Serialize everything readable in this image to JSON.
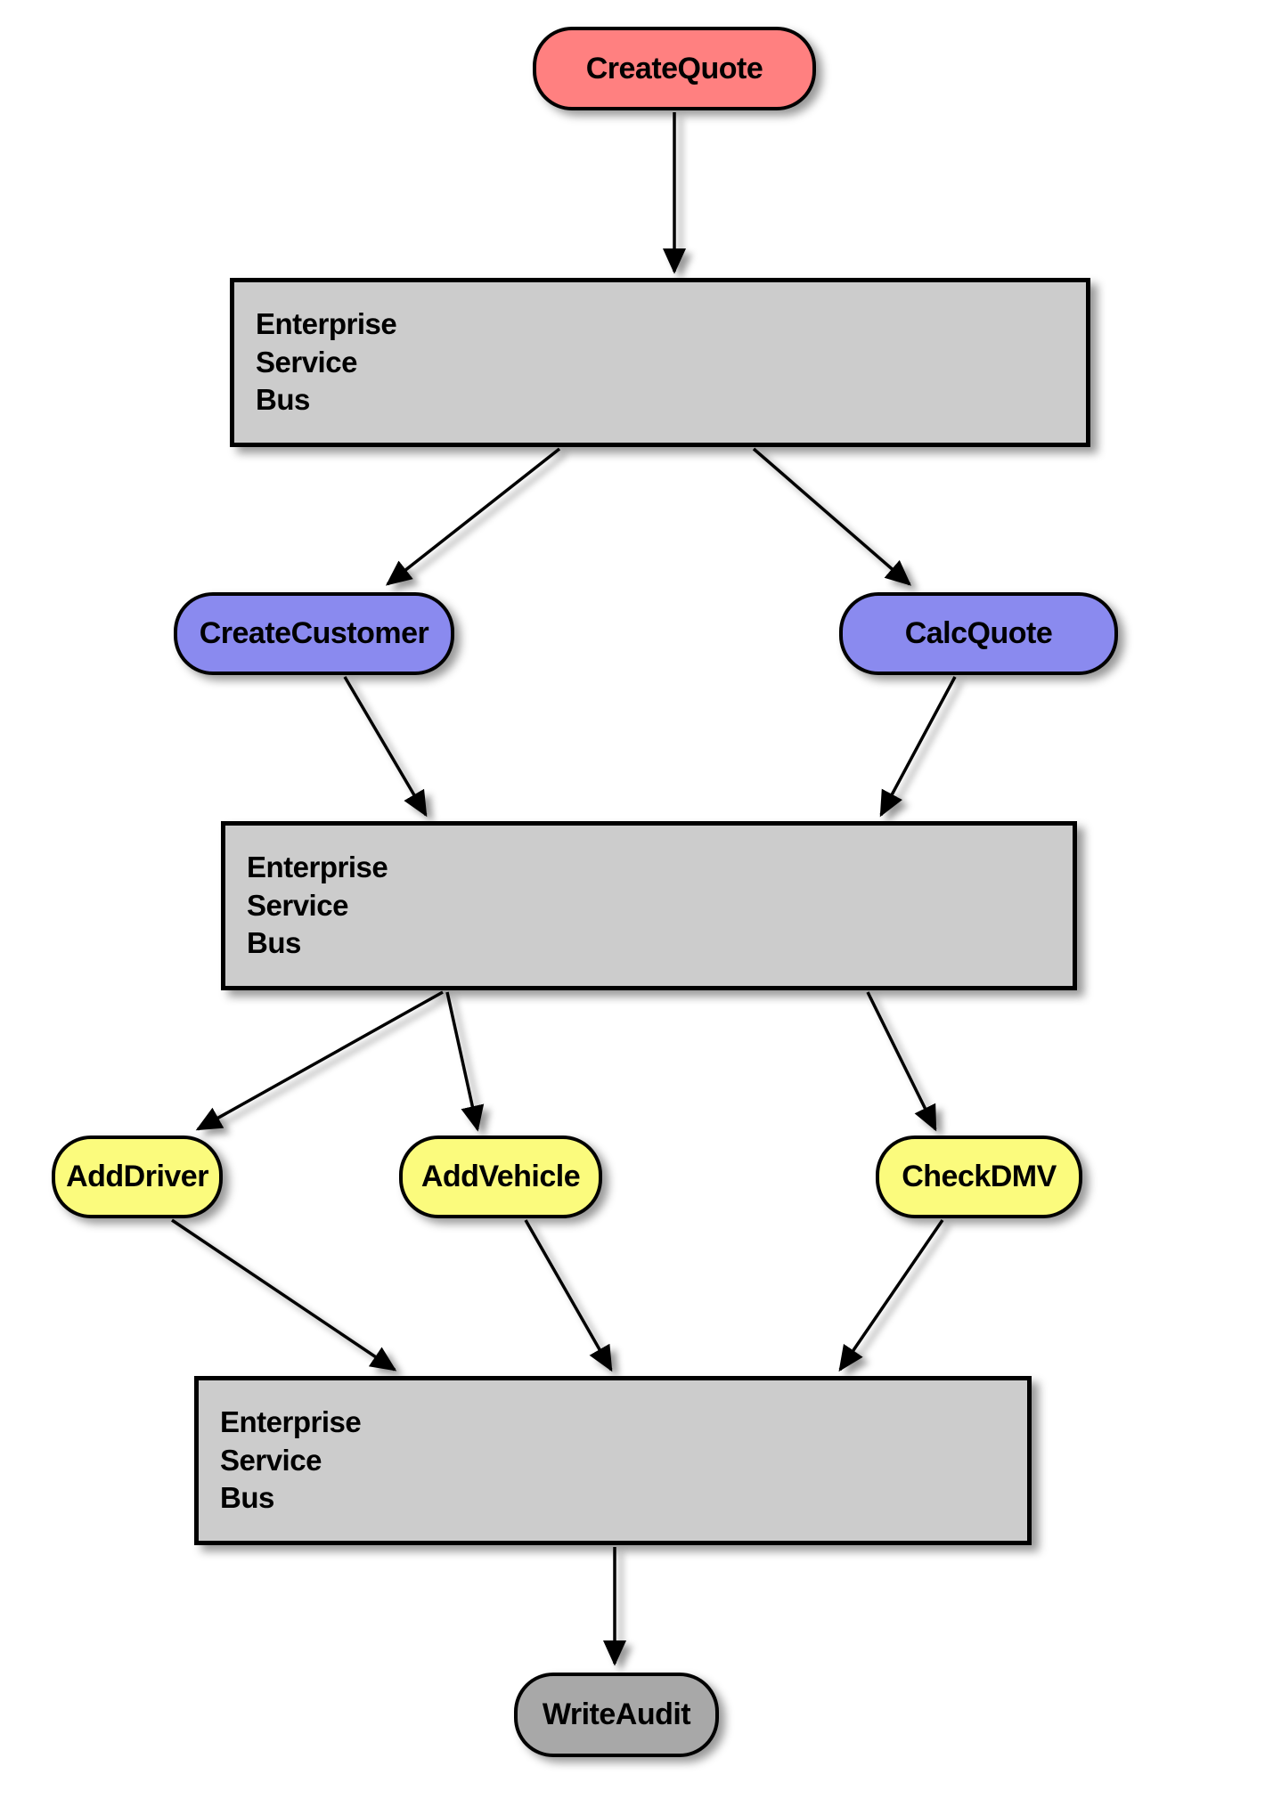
{
  "diagram": {
    "nodes": {
      "create_quote": {
        "label": "CreateQuote",
        "fill": "#FF8080",
        "shape": "rounded"
      },
      "esb": {
        "lines": [
          "Enterprise",
          "Service",
          "Bus"
        ],
        "fill": "#CCCCCC",
        "shape": "rectangle",
        "instances": 3
      },
      "create_customer": {
        "label": "CreateCustomer",
        "fill": "#8A8AEF",
        "shape": "rounded"
      },
      "calc_quote": {
        "label": "CalcQuote",
        "fill": "#8A8AEF",
        "shape": "rounded"
      },
      "add_driver": {
        "label": "AddDriver",
        "fill": "#FBFB7D",
        "shape": "rounded"
      },
      "add_vehicle": {
        "label": "AddVehicle",
        "fill": "#FBFB7D",
        "shape": "rounded"
      },
      "check_dmv": {
        "label": "CheckDMV",
        "fill": "#FBFB7D",
        "shape": "rounded"
      },
      "write_audit": {
        "label": "WriteAudit",
        "fill": "#A8A8A8",
        "shape": "rounded"
      }
    },
    "edges": [
      {
        "from": "create_quote",
        "to": "esb1"
      },
      {
        "from": "esb1",
        "to": "create_customer"
      },
      {
        "from": "esb1",
        "to": "calc_quote"
      },
      {
        "from": "create_customer",
        "to": "esb2"
      },
      {
        "from": "calc_quote",
        "to": "esb2"
      },
      {
        "from": "esb2",
        "to": "add_driver"
      },
      {
        "from": "esb2",
        "to": "add_vehicle"
      },
      {
        "from": "esb2",
        "to": "check_dmv"
      },
      {
        "from": "add_driver",
        "to": "esb3"
      },
      {
        "from": "add_vehicle",
        "to": "esb3"
      },
      {
        "from": "check_dmv",
        "to": "esb3"
      },
      {
        "from": "esb3",
        "to": "write_audit"
      }
    ],
    "colors": {
      "stroke": "#000000",
      "background": "#FFFFFF",
      "salmon": "#FF8080",
      "periwinkle": "#8A8AEF",
      "yellow": "#FBFB7D",
      "bus_gray": "#CCCCCC",
      "audit_gray": "#A8A8A8"
    }
  }
}
